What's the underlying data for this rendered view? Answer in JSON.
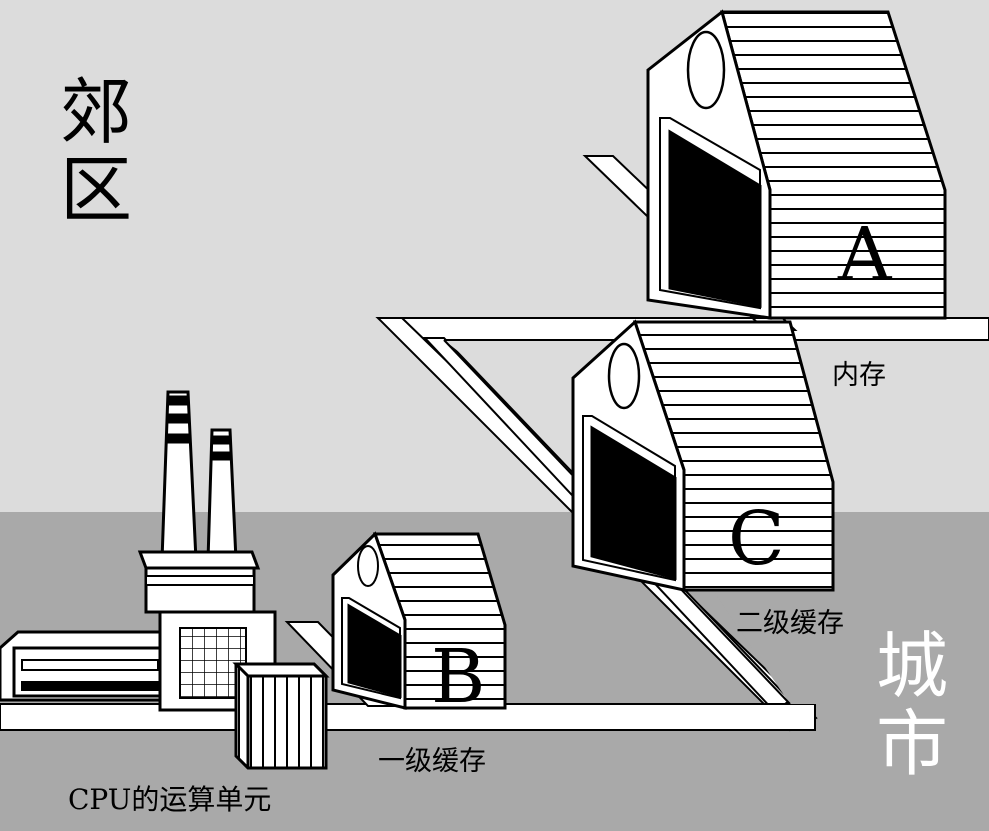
{
  "zones": {
    "suburb": [
      "郊",
      "区"
    ],
    "city": [
      "城",
      "市"
    ]
  },
  "warehouses": {
    "a": {
      "letter": "A",
      "caption": "内存"
    },
    "c": {
      "letter": "C",
      "caption": "二级缓存"
    },
    "b": {
      "letter": "B",
      "caption": "一级缓存"
    }
  },
  "cpu": {
    "caption": "CPU的运算单元"
  },
  "colors": {
    "sky": "#dcdcdc",
    "ground": "#a9a9a9",
    "road": "#ffffff",
    "outline": "#000000"
  }
}
